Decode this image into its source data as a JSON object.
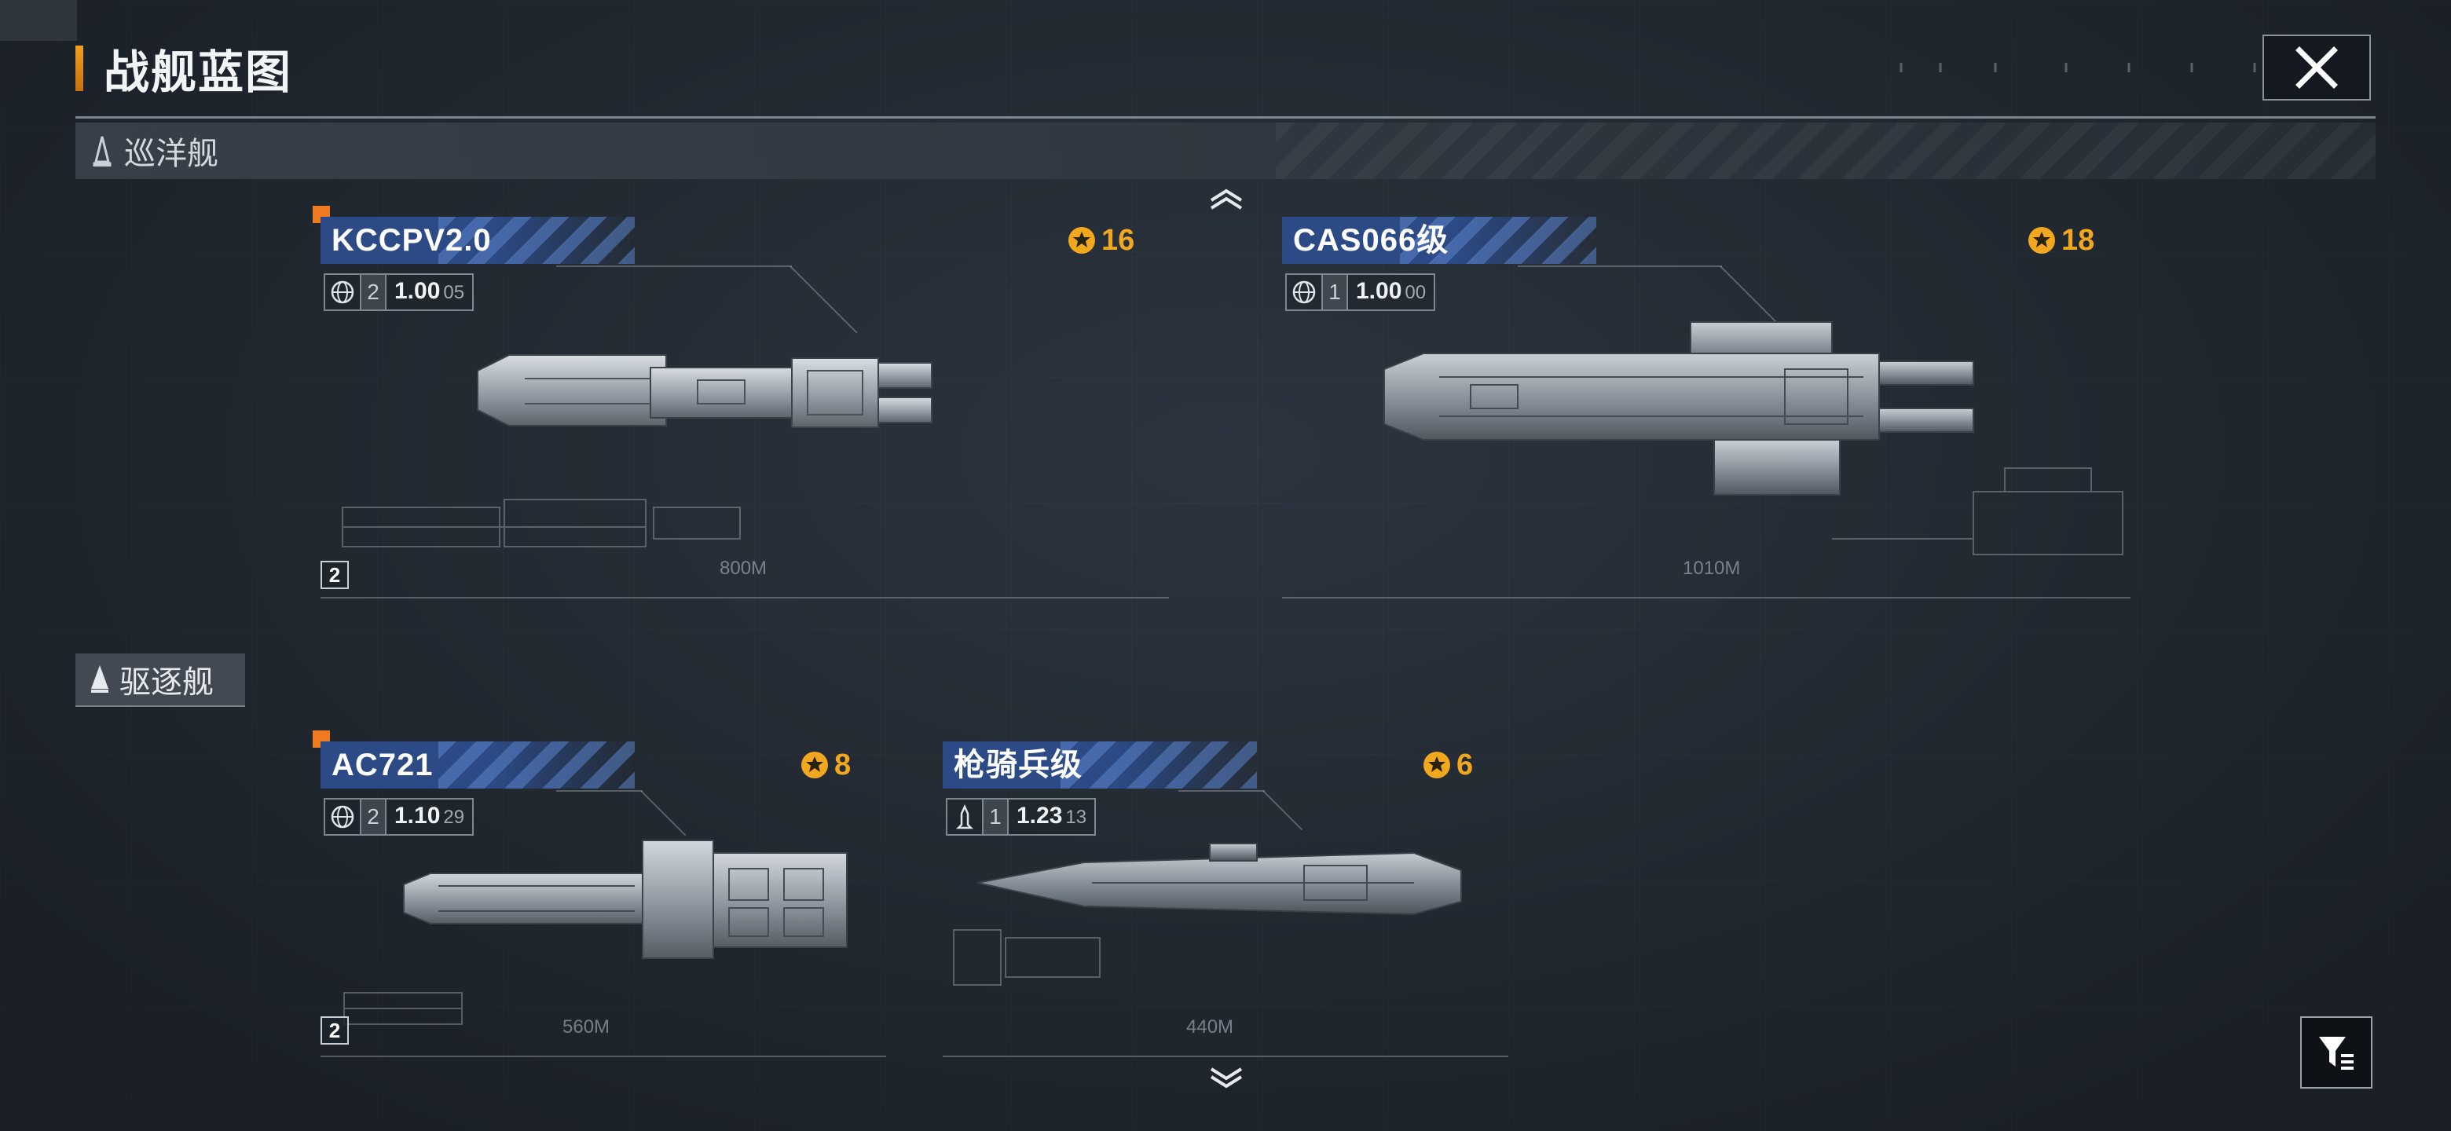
{
  "header": {
    "title": "战舰蓝图",
    "close_icon": "close-icon"
  },
  "categories": {
    "cruiser": {
      "label": "巡洋舰",
      "icon": "ship-silhouette-icon"
    },
    "destroyer": {
      "label": "驱逐舰",
      "icon": "ship-silhouette-icon"
    }
  },
  "ships": [
    {
      "name": "KCCPV2.0",
      "cost": "16",
      "tech_level": "2",
      "value": "1.00",
      "sub": "05",
      "count": "2",
      "length_label": "800M",
      "type_icon": "globe-icon"
    },
    {
      "name": "CAS066级",
      "cost": "18",
      "tech_level": "1",
      "value": "1.00",
      "sub": "00",
      "count": "",
      "length_label": "1010M",
      "type_icon": "globe-icon"
    },
    {
      "name": "AC721",
      "cost": "8",
      "tech_level": "2",
      "value": "1.10",
      "sub": "29",
      "count": "2",
      "length_label": "560M",
      "type_icon": "globe-icon"
    },
    {
      "name": "枪骑兵级",
      "cost": "6",
      "tech_level": "1",
      "value": "1.23",
      "sub": "13",
      "count": "",
      "length_label": "440M",
      "type_icon": "missile-icon"
    }
  ],
  "filter_icon": "filter-icon",
  "colors": {
    "accent_orange": "#f2a81e",
    "name_tag_blue": "#2c4a86",
    "background": "#232a32"
  }
}
